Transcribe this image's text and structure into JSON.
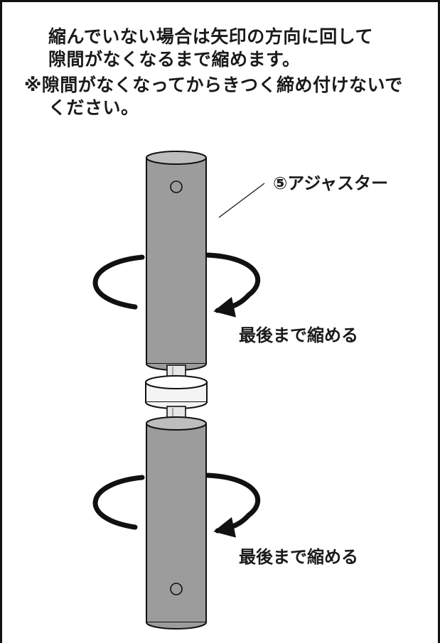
{
  "instructions": {
    "line1": "縮んでいない場合は矢印の方向に回して",
    "line2": "隙間がなくなるまで縮めます。",
    "line3": "※隙間がなくなってからきつく締め付けないで",
    "line4": "ください。"
  },
  "labels": {
    "adjuster": "⑤アジャスター",
    "tighten_top": "最後まで縮める",
    "tighten_bottom": "最後まで縮める"
  }
}
